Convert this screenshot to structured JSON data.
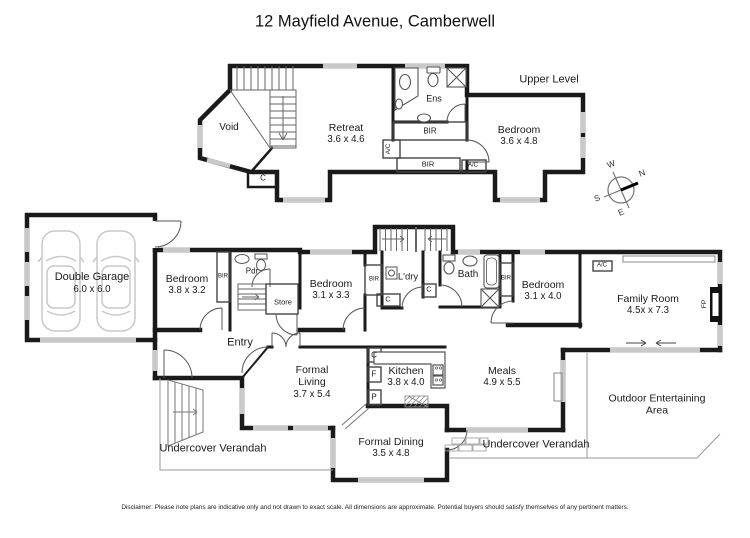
{
  "title": "12 Mayfield Avenue, Camberwell",
  "upper_level": {
    "label": "Upper Level",
    "void": "Void",
    "retreat_name": "Retreat",
    "retreat_dims": "3.6 x 4.6",
    "ens": "Ens",
    "bedroom_name": "Bedroom",
    "bedroom_dims": "3.6 x 4.8",
    "bir_ens": "BIR",
    "bir_hall": "BIR",
    "ac_left": "A/C",
    "ac_right": "A/C",
    "closet": "C"
  },
  "compass": {
    "west": "W",
    "north": "N",
    "south": "S",
    "east": "E"
  },
  "ground_level": {
    "garage_name": "Double Garage",
    "garage_dims": "6.0 x 6.0",
    "bedroom1_name": "Bedroom",
    "bedroom1_dims": "3.8 x 3.2",
    "bir1": "BIR",
    "pdr": "Pdr",
    "store": "Store",
    "entry": "Entry",
    "bedroom2_name": "Bedroom",
    "bedroom2_dims": "3.1 x 3.3",
    "bir2": "BIR",
    "ldry": "L'dry",
    "c_ldry": "C",
    "c_hall": "C",
    "bath": "Bath",
    "bir3": "BIR",
    "bedroom3_name": "Bedroom",
    "bedroom3_dims": "3.1 x 4.0",
    "ac": "A/C",
    "family_name": "Family Room",
    "family_dims": "4.5x x 7.3",
    "fp": "FP",
    "living_name": "Formal Living",
    "living_dims": "3.7 x 5.4",
    "c_kitchen": "C",
    "f_kitchen": "F",
    "p_kitchen": "P",
    "kitchen_name": "Kitchen",
    "kitchen_dims": "3.8 x 4.0",
    "meals_name": "Meals",
    "meals_dims": "4.9 x 5.5",
    "dining_name": "Formal Dining",
    "dining_dims": "3.5 x 4.8",
    "verandah_left": "Undercover Verandah",
    "verandah_right": "Undercover Verandah",
    "outdoor": "Outdoor Entertaining Area"
  },
  "disclaimer": "Disclaimer: Please note plans are indicative only and not drawn to exact scale. All dimensions are approximate. Potential buyers should satisfy themselves of any pertinent matters."
}
